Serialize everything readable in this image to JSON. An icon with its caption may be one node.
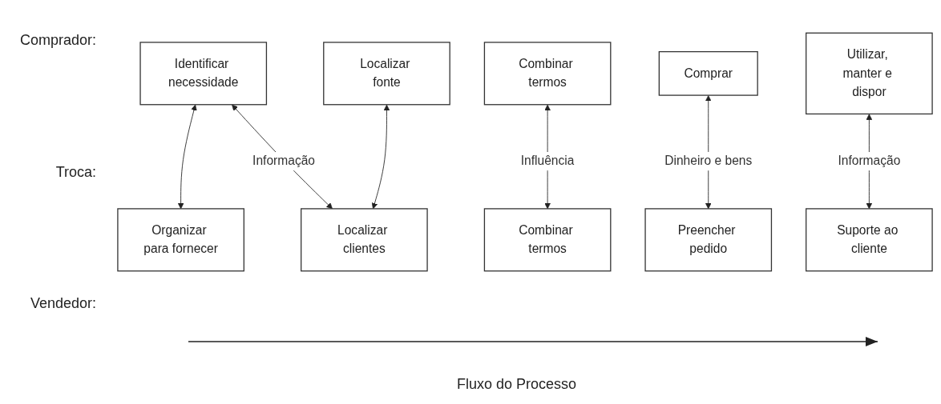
{
  "diagram": {
    "nodes": [
      {
        "text": [
          "Identificar necessidade"
        ]
      },
      {
        "text": [
          "Localizar fonte"
        ]
      },
      {
        "text": [
          "Combinar termos"
        ]
      },
      {
        "text": [
          "Comprar"
        ]
      },
      {
        "text": [
          "Utilizar, manter e dispor"
        ]
      },
      {
        "text": [
          "Organizar para fornecer"
        ]
      },
      {
        "text": [
          "Localizar clientes"
        ]
      },
      {
        "text": [
          "Combinar termos"
        ]
      },
      {
        "text": [
          "Preencher pedido"
        ]
      },
      {
        "text": [
          "Suporte ao cliente"
        ]
      }
    ],
    "edges": [
      {
        "from": 0,
        "to": 5,
        "arrow": "both"
      },
      {
        "from": 0,
        "to": 6,
        "arrow": "both",
        "label": "Informação"
      },
      {
        "from": 1,
        "to": 6,
        "arrow": "both"
      },
      {
        "from": 2,
        "to": 7,
        "arrow": "both",
        "label": "Influência"
      },
      {
        "from": 3,
        "to": 8,
        "arrow": "both",
        "label": "Dinheiro e bens"
      },
      {
        "from": 4,
        "to": 9,
        "arrow": "both",
        "label": "Informação"
      }
    ],
    "labels": [
      "Comprador:",
      "Troca:",
      "Vendedor:",
      "Fluxo do Processo"
    ]
  }
}
